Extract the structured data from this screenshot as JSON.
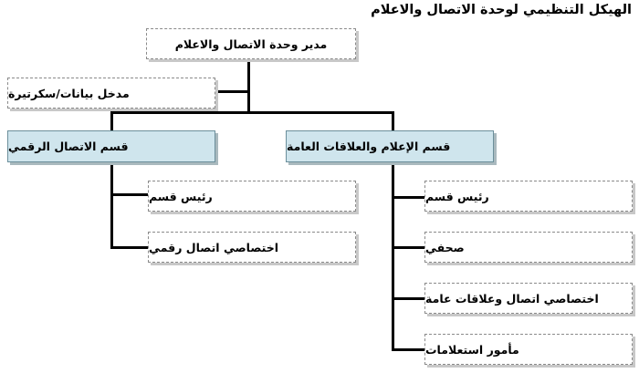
{
  "title": "الهيكل التنظيمي لوحدة الاتصال والاعلام",
  "manager": "مدير وحدة الاتصال والاعلام",
  "secretary": "مدخل بيانات/سكرتيرة",
  "departments": [
    {
      "name": "قسم الإعلام والعلاقات العامة",
      "staff": [
        "رئيس قسم",
        "صحفي",
        "اختصاصي اتصال وعلاقات عامة",
        "مأمور استعلامات"
      ]
    },
    {
      "name": "قسم الاتصال الرقمي",
      "staff": [
        "رئيس قسم",
        "اختصاصي اتصال رقمي"
      ]
    }
  ],
  "colors": {
    "department_fill": "#cfe5ed",
    "connector": "#000000",
    "box_border": "#8a8a8a"
  }
}
